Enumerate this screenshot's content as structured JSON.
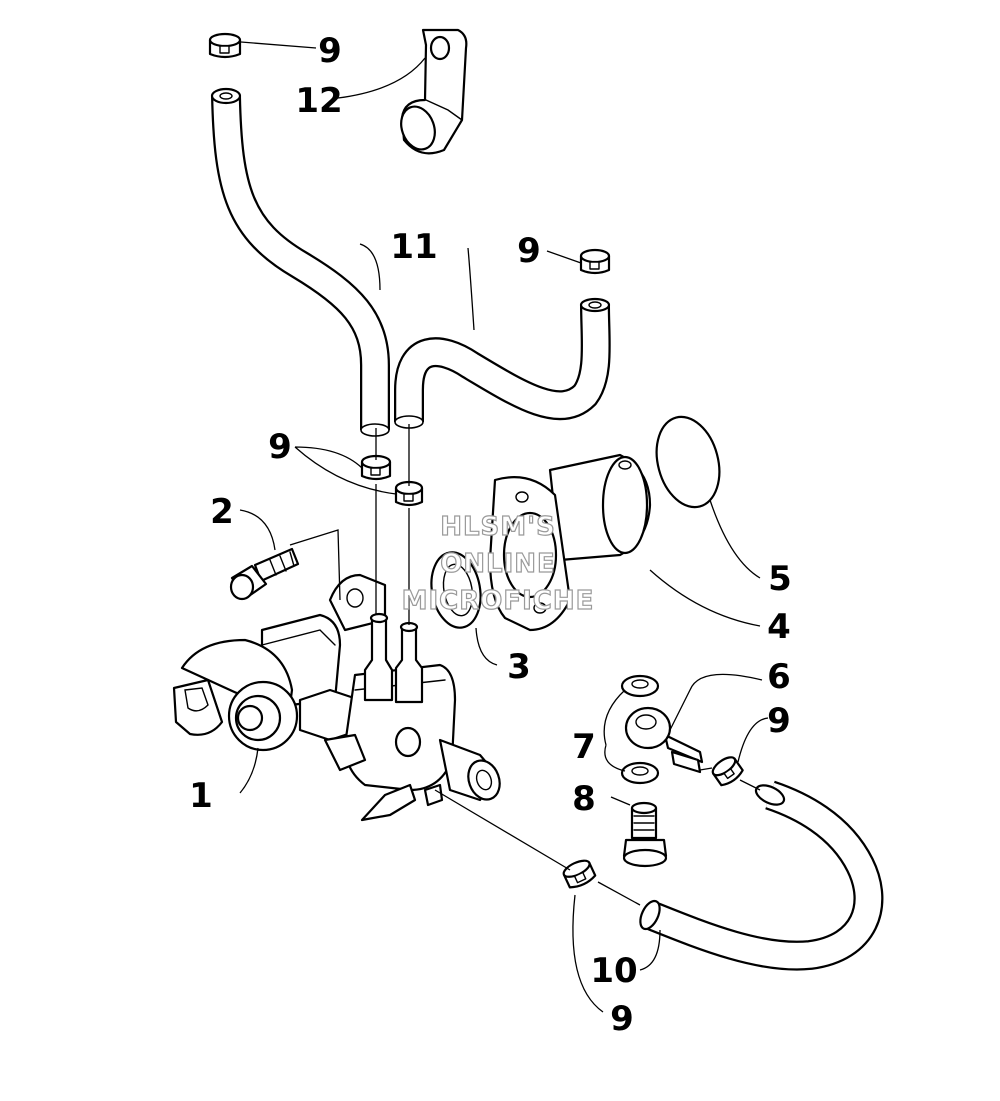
{
  "callouts": {
    "c1": "1",
    "c2": "2",
    "c3": "3",
    "c4": "4",
    "c5": "5",
    "c6": "6",
    "c7": "7",
    "c8": "8",
    "c9a": "9",
    "c9b": "9",
    "c9c": "9",
    "c9d": "9",
    "c9e": "9",
    "c10": "10",
    "c11": "11",
    "c12": "12"
  },
  "watermark": {
    "line1": "HLSM'S",
    "line2": "ONLINE",
    "line3": "MICROFICHE"
  }
}
